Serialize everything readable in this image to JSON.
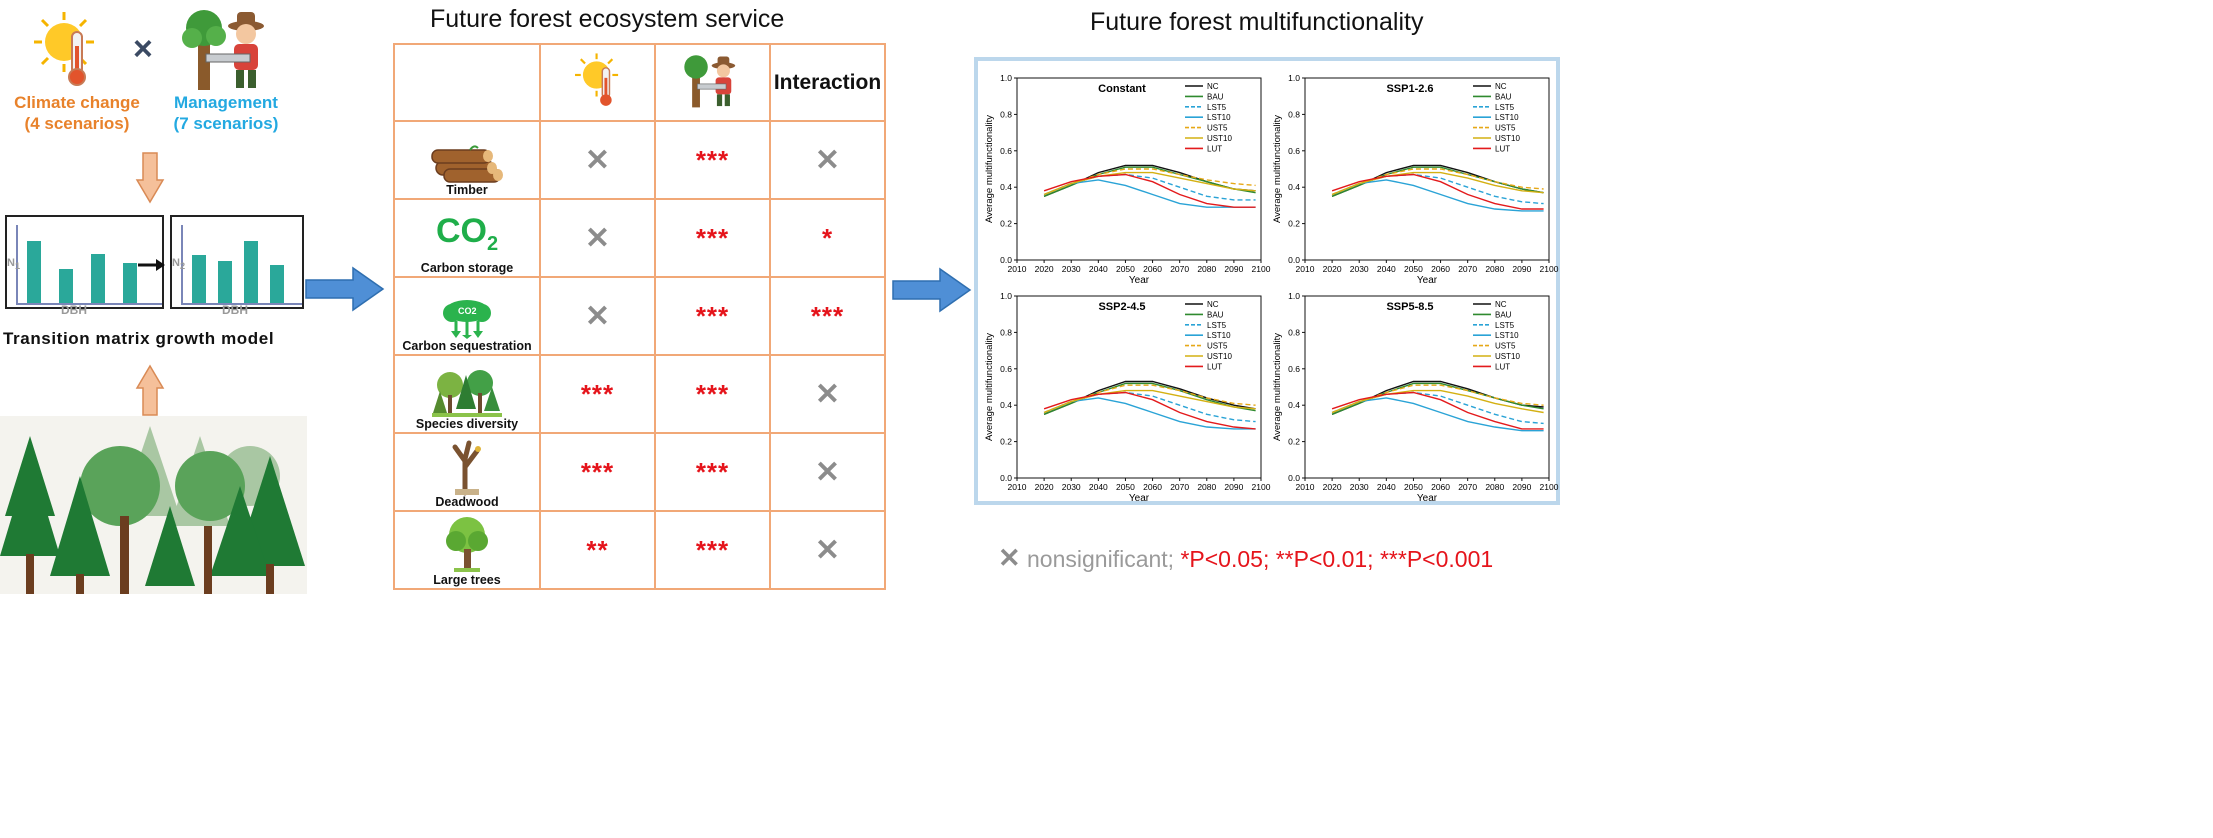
{
  "left": {
    "climate_label": "Climate change",
    "climate_sub": "(4 scenarios)",
    "times_symbol": "×",
    "management_label": "Management",
    "management_sub": "(7 scenarios)",
    "model_label": "Transition matrix growth model",
    "box1_axis_y": "N",
    "box1_axis_y_sub": "1",
    "box2_axis_y": "N",
    "box2_axis_y_sub": "2",
    "axis_x": "DBH",
    "box1_bars": [
      0.86,
      0.47,
      0.68,
      0.56
    ],
    "box2_bars": [
      0.66,
      0.58,
      0.86,
      0.53
    ]
  },
  "middle": {
    "title": "Future forest ecosystem service",
    "interaction_header": "Interaction",
    "co2_text": "CO",
    "co2_sub": "2",
    "cloud_co2": "CO2",
    "rows": [
      {
        "name": "Timber",
        "climate": "x",
        "management": "***",
        "interaction": "x"
      },
      {
        "name": "Carbon storage",
        "climate": "x",
        "management": "***",
        "interaction": "*"
      },
      {
        "name": "Carbon sequestration",
        "climate": "x",
        "management": "***",
        "interaction": "***"
      },
      {
        "name": "Species diversity",
        "climate": "***",
        "management": "***",
        "interaction": "x"
      },
      {
        "name": "Deadwood",
        "climate": "***",
        "management": "***",
        "interaction": "x"
      },
      {
        "name": "Large trees",
        "climate": "**",
        "management": "***",
        "interaction": "x"
      }
    ]
  },
  "right": {
    "title": "Future forest multifunctionality",
    "legend_nonsig": "nonsignificant;",
    "legend_p1": "*P<0.05;",
    "legend_p2": "**P<0.01;",
    "legend_p3": "***P<0.001"
  },
  "chart_data": [
    {
      "type": "line",
      "title": "Constant",
      "xlabel": "Year",
      "ylabel": "Average multifunctionality",
      "xlim": [
        2010,
        2100
      ],
      "ylim": [
        0.0,
        1.0
      ],
      "xticks": [
        "2010",
        "2020",
        "2030",
        "2040",
        "2050",
        "2060",
        "2070",
        "2080",
        "2090",
        "2100"
      ],
      "yticks": [
        "0.0",
        "0.2",
        "0.4",
        "0.6",
        "0.8",
        "1.0"
      ],
      "x": [
        2020,
        2030,
        2040,
        2050,
        2060,
        2070,
        2080,
        2090,
        2098
      ],
      "series": [
        {
          "name": "NC",
          "color": "#111111",
          "dash": "solid",
          "values": [
            0.35,
            0.41,
            0.48,
            0.52,
            0.52,
            0.48,
            0.43,
            0.39,
            0.38
          ]
        },
        {
          "name": "BAU",
          "color": "#2f8a2f",
          "dash": "solid",
          "values": [
            0.35,
            0.41,
            0.47,
            0.51,
            0.51,
            0.47,
            0.43,
            0.39,
            0.37
          ]
        },
        {
          "name": "LST5",
          "color": "#2aa3d6",
          "dash": "dashed",
          "values": [
            0.36,
            0.42,
            0.46,
            0.47,
            0.45,
            0.4,
            0.35,
            0.33,
            0.33
          ]
        },
        {
          "name": "LST10",
          "color": "#2aa3d6",
          "dash": "solid",
          "values": [
            0.36,
            0.42,
            0.44,
            0.41,
            0.36,
            0.31,
            0.29,
            0.29,
            0.29
          ]
        },
        {
          "name": "UST5",
          "color": "#e6a817",
          "dash": "dashed",
          "values": [
            0.36,
            0.42,
            0.47,
            0.5,
            0.5,
            0.47,
            0.44,
            0.42,
            0.41
          ]
        },
        {
          "name": "UST10",
          "color": "#d4b012",
          "dash": "solid",
          "values": [
            0.36,
            0.42,
            0.46,
            0.48,
            0.48,
            0.45,
            0.42,
            0.39,
            0.38
          ]
        },
        {
          "name": "LUT",
          "color": "#e31a1c",
          "dash": "solid",
          "values": [
            0.38,
            0.43,
            0.46,
            0.47,
            0.43,
            0.36,
            0.31,
            0.29,
            0.29
          ]
        }
      ]
    },
    {
      "type": "line",
      "title": "SSP1-2.6",
      "xlabel": "Year",
      "ylabel": "Average multifunctionality",
      "xlim": [
        2010,
        2100
      ],
      "ylim": [
        0.0,
        1.0
      ],
      "xticks": [
        "2010",
        "2020",
        "2030",
        "2040",
        "2050",
        "2060",
        "2070",
        "2080",
        "2090",
        "2100"
      ],
      "yticks": [
        "0.0",
        "0.2",
        "0.4",
        "0.6",
        "0.8",
        "1.0"
      ],
      "x": [
        2020,
        2030,
        2040,
        2050,
        2060,
        2070,
        2080,
        2090,
        2098
      ],
      "series": [
        {
          "name": "NC",
          "color": "#111111",
          "dash": "solid",
          "values": [
            0.35,
            0.41,
            0.48,
            0.52,
            0.52,
            0.48,
            0.43,
            0.39,
            0.37
          ]
        },
        {
          "name": "BAU",
          "color": "#2f8a2f",
          "dash": "solid",
          "values": [
            0.35,
            0.41,
            0.47,
            0.51,
            0.51,
            0.47,
            0.43,
            0.39,
            0.37
          ]
        },
        {
          "name": "LST5",
          "color": "#2aa3d6",
          "dash": "dashed",
          "values": [
            0.36,
            0.42,
            0.46,
            0.47,
            0.45,
            0.4,
            0.35,
            0.32,
            0.31
          ]
        },
        {
          "name": "LST10",
          "color": "#2aa3d6",
          "dash": "solid",
          "values": [
            0.36,
            0.42,
            0.44,
            0.41,
            0.36,
            0.31,
            0.28,
            0.27,
            0.27
          ]
        },
        {
          "name": "UST5",
          "color": "#e6a817",
          "dash": "dashed",
          "values": [
            0.36,
            0.42,
            0.47,
            0.5,
            0.5,
            0.47,
            0.43,
            0.4,
            0.39
          ]
        },
        {
          "name": "UST10",
          "color": "#d4b012",
          "dash": "solid",
          "values": [
            0.36,
            0.42,
            0.46,
            0.48,
            0.48,
            0.45,
            0.41,
            0.38,
            0.37
          ]
        },
        {
          "name": "LUT",
          "color": "#e31a1c",
          "dash": "solid",
          "values": [
            0.38,
            0.43,
            0.46,
            0.47,
            0.43,
            0.36,
            0.31,
            0.28,
            0.28
          ]
        }
      ]
    },
    {
      "type": "line",
      "title": "SSP2-4.5",
      "xlabel": "Year",
      "ylabel": "Average multifunctionality",
      "xlim": [
        2010,
        2100
      ],
      "ylim": [
        0.0,
        1.0
      ],
      "xticks": [
        "2010",
        "2020",
        "2030",
        "2040",
        "2050",
        "2060",
        "2070",
        "2080",
        "2090",
        "2100"
      ],
      "yticks": [
        "0.0",
        "0.2",
        "0.4",
        "0.6",
        "0.8",
        "1.0"
      ],
      "x": [
        2020,
        2030,
        2040,
        2050,
        2060,
        2070,
        2080,
        2090,
        2098
      ],
      "series": [
        {
          "name": "NC",
          "color": "#111111",
          "dash": "solid",
          "values": [
            0.35,
            0.41,
            0.48,
            0.53,
            0.53,
            0.49,
            0.44,
            0.4,
            0.38
          ]
        },
        {
          "name": "BAU",
          "color": "#2f8a2f",
          "dash": "solid",
          "values": [
            0.35,
            0.41,
            0.47,
            0.52,
            0.52,
            0.48,
            0.43,
            0.39,
            0.37
          ]
        },
        {
          "name": "LST5",
          "color": "#2aa3d6",
          "dash": "dashed",
          "values": [
            0.36,
            0.42,
            0.46,
            0.47,
            0.45,
            0.4,
            0.35,
            0.32,
            0.31
          ]
        },
        {
          "name": "LST10",
          "color": "#2aa3d6",
          "dash": "solid",
          "values": [
            0.36,
            0.42,
            0.44,
            0.41,
            0.36,
            0.31,
            0.28,
            0.27,
            0.27
          ]
        },
        {
          "name": "UST5",
          "color": "#e6a817",
          "dash": "dashed",
          "values": [
            0.36,
            0.42,
            0.47,
            0.51,
            0.51,
            0.48,
            0.44,
            0.41,
            0.4
          ]
        },
        {
          "name": "UST10",
          "color": "#d4b012",
          "dash": "solid",
          "values": [
            0.36,
            0.42,
            0.46,
            0.48,
            0.48,
            0.45,
            0.42,
            0.39,
            0.38
          ]
        },
        {
          "name": "LUT",
          "color": "#e31a1c",
          "dash": "solid",
          "values": [
            0.38,
            0.43,
            0.46,
            0.47,
            0.43,
            0.36,
            0.31,
            0.28,
            0.27
          ]
        }
      ]
    },
    {
      "type": "line",
      "title": "SSP5-8.5",
      "xlabel": "Year",
      "ylabel": "Average multifunctionality",
      "xlim": [
        2010,
        2100
      ],
      "ylim": [
        0.0,
        1.0
      ],
      "xticks": [
        "2010",
        "2020",
        "2030",
        "2040",
        "2050",
        "2060",
        "2070",
        "2080",
        "2090",
        "2100"
      ],
      "yticks": [
        "0.0",
        "0.2",
        "0.4",
        "0.6",
        "0.8",
        "1.0"
      ],
      "x": [
        2020,
        2030,
        2040,
        2050,
        2060,
        2070,
        2080,
        2090,
        2098
      ],
      "series": [
        {
          "name": "NC",
          "color": "#111111",
          "dash": "solid",
          "values": [
            0.35,
            0.41,
            0.48,
            0.53,
            0.53,
            0.49,
            0.44,
            0.4,
            0.39
          ]
        },
        {
          "name": "BAU",
          "color": "#2f8a2f",
          "dash": "solid",
          "values": [
            0.35,
            0.41,
            0.47,
            0.52,
            0.52,
            0.48,
            0.44,
            0.4,
            0.38
          ]
        },
        {
          "name": "LST5",
          "color": "#2aa3d6",
          "dash": "dashed",
          "values": [
            0.36,
            0.42,
            0.46,
            0.47,
            0.45,
            0.4,
            0.35,
            0.31,
            0.3
          ]
        },
        {
          "name": "LST10",
          "color": "#2aa3d6",
          "dash": "solid",
          "values": [
            0.36,
            0.42,
            0.44,
            0.41,
            0.36,
            0.31,
            0.28,
            0.26,
            0.26
          ]
        },
        {
          "name": "UST5",
          "color": "#e6a817",
          "dash": "dashed",
          "values": [
            0.36,
            0.42,
            0.47,
            0.51,
            0.51,
            0.48,
            0.44,
            0.41,
            0.4
          ]
        },
        {
          "name": "UST10",
          "color": "#d4b012",
          "dash": "solid",
          "values": [
            0.36,
            0.42,
            0.46,
            0.48,
            0.48,
            0.45,
            0.41,
            0.38,
            0.36
          ]
        },
        {
          "name": "LUT",
          "color": "#e31a1c",
          "dash": "solid",
          "values": [
            0.38,
            0.43,
            0.46,
            0.47,
            0.43,
            0.36,
            0.31,
            0.27,
            0.27
          ]
        }
      ]
    }
  ]
}
